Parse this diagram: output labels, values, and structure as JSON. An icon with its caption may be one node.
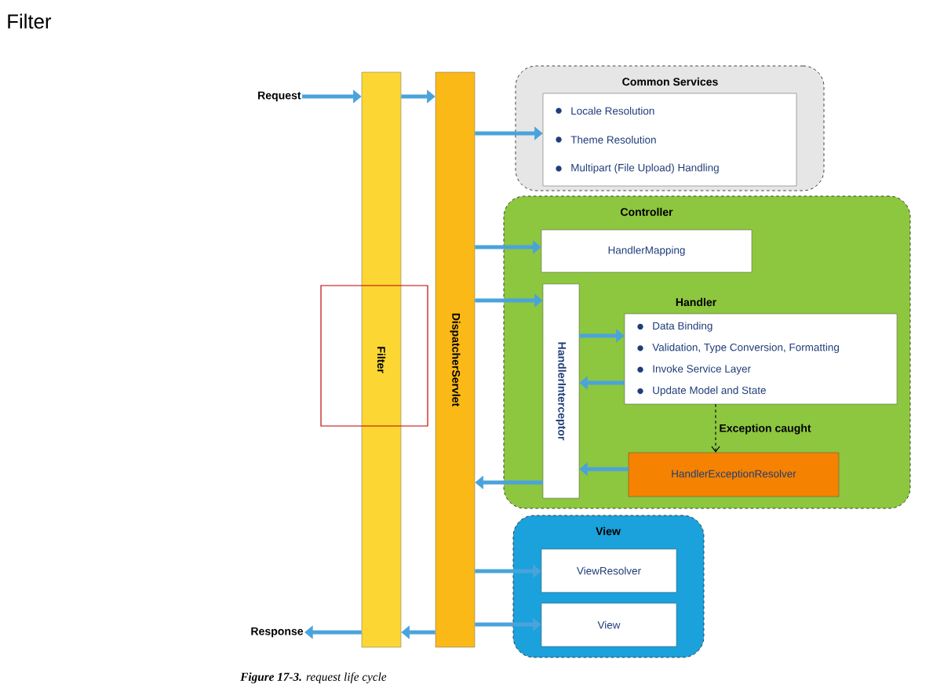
{
  "diagram": {
    "title": "Filter",
    "caption": "**Figure 17-3.** request life cycle",
    "nodes": [
      {
        "text": [
          "Request"
        ]
      },
      {
        "text": [
          "Filter"
        ]
      },
      {
        "text": [
          "DispatcherServlet"
        ]
      },
      {
        "text": [
          "Common Services"
        ]
      },
      {
        "text": [
          "Locale Resolution",
          "Theme Resolution",
          "Multipart (File Upload) Handling"
        ],
        "in": 3
      },
      {
        "text": [
          "Controller"
        ]
      },
      {
        "text": [
          "HandlerMapping"
        ],
        "in": 5
      },
      {
        "text": [
          "HandlerInterceptor"
        ],
        "in": 5
      },
      {
        "text": [
          "Handler",
          "Data Binding",
          "Validation, Type Conversion, Formatting",
          "Invoke Service Layer",
          "Update Model and State"
        ],
        "in": 5
      },
      {
        "text": [
          "HandlerExceptionResolver"
        ],
        "in": 5
      },
      {
        "text": [
          "View"
        ]
      },
      {
        "text": [
          "ViewResolver"
        ],
        "in": 10
      },
      {
        "text": [
          "View"
        ],
        "in": 10
      },
      {
        "text": [
          "Response"
        ]
      }
    ],
    "edges": [
      {
        "from": 0,
        "to": 1,
        "arrow": "to"
      },
      {
        "from": 1,
        "to": 2,
        "arrow": "to"
      },
      {
        "from": 2,
        "to": 4,
        "arrow": "to"
      },
      {
        "from": 2,
        "to": 6,
        "arrow": "to"
      },
      {
        "from": 2,
        "to": 7,
        "arrow": "to"
      },
      {
        "from": 7,
        "to": 8,
        "arrow": "to"
      },
      {
        "from": 8,
        "to": 7,
        "arrow": "to"
      },
      {
        "from": 9,
        "to": 7,
        "arrow": "to"
      },
      {
        "from": 7,
        "to": 2,
        "arrow": "to"
      },
      {
        "from": 2,
        "to": 11,
        "arrow": "to"
      },
      {
        "from": 2,
        "to": 12,
        "arrow": "to"
      },
      {
        "from": 2,
        "to": 1,
        "arrow": "to"
      },
      {
        "from": 1,
        "to": 13,
        "arrow": "to"
      },
      {
        "from": 8,
        "to": 9,
        "arrow": "to",
        "label": "Exception caught",
        "style": "dashed",
        "color": "#000000"
      }
    ]
  }
}
